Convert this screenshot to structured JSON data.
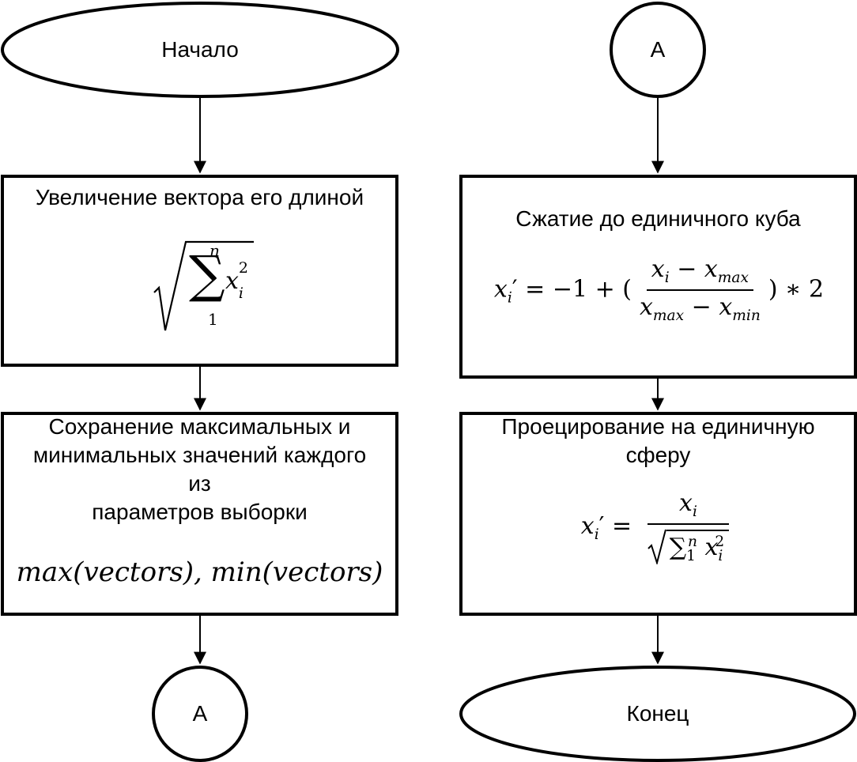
{
  "flowchart": {
    "start_label": "Начало",
    "end_label": "Конец",
    "connector_left": "A",
    "connector_right": "A",
    "step1": {
      "text": "Увеличение вектора его длиной",
      "formula": {
        "upper": "n",
        "lower": "1",
        "sigma": "∑",
        "var": "x",
        "sub": "i",
        "sup": "2"
      }
    },
    "step2": {
      "text": "Сохранение максимальных и\nминимальных значений каждого\nиз\nпараметров выборки",
      "formula": "max(vectors), min(vectors)"
    },
    "step3": {
      "text": "Сжатие до единичного куба",
      "formula": {
        "lhs_var": "x",
        "lhs_sub": "i",
        "lhs_prime": "′",
        "eq": "=",
        "prefix": "−1 + (",
        "num_a": "x",
        "num_a_sub": "i",
        "num_op": "−",
        "num_b": "x",
        "num_b_sub": "max",
        "den_a": "x",
        "den_a_sub": "max",
        "den_op": "−",
        "den_b": "x",
        "den_b_sub": "min",
        "suffix": ") ∗ 2"
      }
    },
    "step4": {
      "text": "Проецирование на единичную\nсферу",
      "formula": {
        "lhs_var": "x",
        "lhs_sub": "i",
        "lhs_prime": "′",
        "eq": "=",
        "num_var": "x",
        "num_sub": "i",
        "sigma": "∑",
        "sigma_sub": "1",
        "sigma_sup": "n",
        "den_var": "x",
        "den_sub": "i",
        "den_sup": "2"
      }
    }
  }
}
